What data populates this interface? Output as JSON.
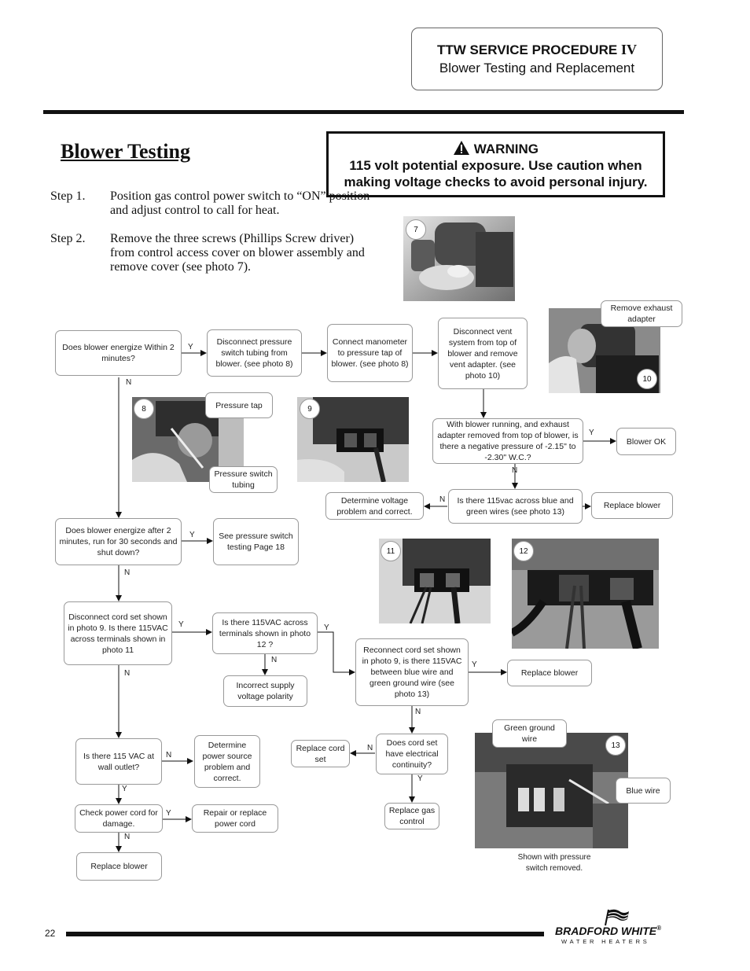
{
  "header": {
    "title": "TTW SERVICE PROCEDURE",
    "numeral": "IV",
    "subtitle": "Blower Testing and Replacement"
  },
  "heading": "Blower Testing",
  "warning": {
    "label": "WARNING",
    "line1": "115 volt potential exposure. Use caution when",
    "line2": "making voltage checks to avoid personal injury."
  },
  "steps": [
    {
      "num": "Step 1.",
      "text": "Position gas control power switch to “ON” position and adjust control to call for heat."
    },
    {
      "num": "Step 2.",
      "text": "Remove the three screws (Phillips Screw driver) from control access cover on blower assembly and remove cover (see photo 7)."
    }
  ],
  "flow": {
    "q_energize_2min": "Does blower energize Within 2 minutes?",
    "disconnect_tubing": "Disconnect pressure switch tubing from blower. (see photo 8)",
    "connect_manometer": "Connect manometer to pressure tap of blower. (see photo 8)",
    "disconnect_vent": "Disconnect vent system from top of blower and remove vent adapter. (see photo 10)",
    "q_negative_pressure": "With blower running, and exhaust adapter removed from top of blower, is there a negative pressure of -2.15\" to -2.30\" W.C.?",
    "blower_ok": "Blower OK",
    "q_115_blue_green": "Is there 115vac across blue and green wires (see photo 13)",
    "determine_voltage": "Determine voltage problem and correct.",
    "replace_blower_1": "Replace blower",
    "q_energize_after": "Does blower energize after 2 minutes, run for 30 seconds and shut down?",
    "see_pressure_switch": "See pressure switch testing Page 18",
    "q_disconnect_cord": "Disconnect cord set shown in photo 9. Is there 115VAC across terminals shown in photo 11",
    "q_115_photo12": "Is there 115VAC across terminals shown in photo 12 ?",
    "incorrect_polarity": "Incorrect supply voltage polarity",
    "q_reconnect": "Reconnect cord set shown in photo 9, is there 115VAC between blue wire and green ground wire (see photo 13)",
    "replace_blower_2": "Replace blower",
    "q_outlet": "Is there 115 VAC at wall outlet?",
    "determine_power": "Determine power source problem and correct.",
    "replace_cord_set": "Replace cord set",
    "q_continuity": "Does cord set have electrical continuity?",
    "replace_gas_control": "Replace gas control",
    "check_power_cord": "Check power cord for damage.",
    "repair_cord": "Repair or replace power cord",
    "replace_blower_3": "Replace blower"
  },
  "yn": {
    "y": "Y",
    "n": "N"
  },
  "photos": {
    "p7": "7",
    "p8": "8",
    "p9": "9",
    "p10": "10",
    "p11": "11",
    "p12": "12",
    "p13": "13"
  },
  "callouts": {
    "remove_exhaust": "Remove exhaust adapter",
    "pressure_tap": "Pressure tap",
    "pressure_switch_tubing": "Pressure switch tubing",
    "green_ground": "Green ground wire",
    "blue_wire": "Blue wire",
    "shown_removed": "Shown with pressure switch removed."
  },
  "footer": {
    "page": "22",
    "brand": "BRADFORD WHITE",
    "reg": "®",
    "brand_sub": "WATER HEATERS"
  }
}
